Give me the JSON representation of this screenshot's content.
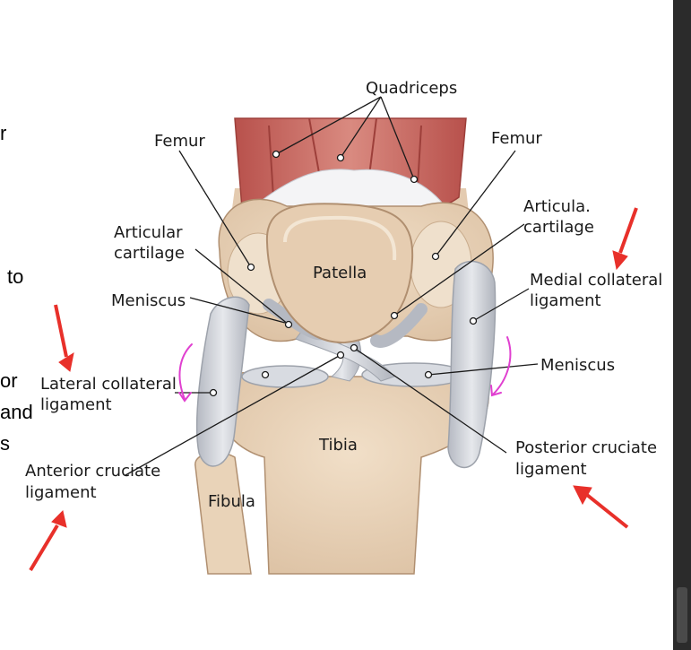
{
  "labels": {
    "quadriceps": "Quadriceps",
    "femur_left": "Femur",
    "femur_right": "Femur",
    "articular_left_1": "Articular",
    "articular_left_2": "cartilage",
    "articular_right_1": "Articula.",
    "articular_right_2": "cartilage",
    "patella": "Patella",
    "meniscus_left": "Meniscus",
    "meniscus_right": "Meniscus",
    "medial_collateral_1": "Medial collateral",
    "medial_collateral_2": "ligament",
    "lateral_collateral_1": "Lateral collateral",
    "lateral_collateral_2": "ligament",
    "tibia": "Tibia",
    "anterior_cruciate_1": "Anterior cruciate",
    "anterior_cruciate_2": "ligament",
    "posterior_cruciate_1": "Posterior cruciate",
    "posterior_cruciate_2": "ligament",
    "fibula": "Fibula"
  },
  "clipped_text": {
    "line1": "r",
    "line2": "to",
    "line3": "or",
    "line4": "and",
    "line5": "s"
  },
  "colors": {
    "annotation_arrow": "#e8302a",
    "handwritten_arrow": "#e040d0",
    "bone": "#e9d3b8",
    "muscle": "#c9635c",
    "ligament": "#c9ccd3"
  }
}
